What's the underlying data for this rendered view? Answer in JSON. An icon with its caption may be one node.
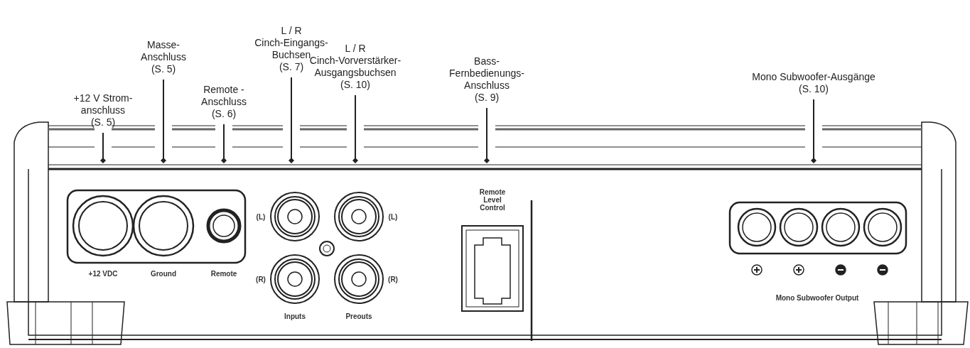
{
  "diagram": {
    "nodes": [
      {
        "text": [
          "+12 V Strom- anschluss",
          "(S. 5)"
        ]
      },
      {
        "text": [
          "Masse- Anschluss",
          "(S. 5)"
        ]
      },
      {
        "text": [
          "Remote - Anschluss",
          "(S. 6)"
        ]
      },
      {
        "text": [
          "L / R",
          "Cinch-Eingangs- Buchsen",
          "(S. 7)"
        ]
      },
      {
        "text": [
          "L / R",
          "Cinch-Vorverstärker- Ausgangsbuchsen",
          "(S. 10)"
        ]
      },
      {
        "text": [
          "Bass- Fernbedienungs- Anschluss",
          "(S. 9)"
        ]
      },
      {
        "text": [
          "Mono Subwoofer-Ausgänge",
          "(S. 10)"
        ]
      }
    ],
    "edges": [
      {
        "from": 0,
        "to": null,
        "arrow": "other"
      },
      {
        "from": 1,
        "to": null,
        "arrow": "other"
      },
      {
        "from": 2,
        "to": null,
        "arrow": "other"
      },
      {
        "from": 3,
        "to": null,
        "arrow": "other"
      },
      {
        "from": 4,
        "to": null,
        "arrow": "other"
      },
      {
        "from": 5,
        "to": null,
        "arrow": "other"
      },
      {
        "from": 6,
        "to": null,
        "arrow": "other"
      }
    ],
    "labels": [
      "+12 VDC",
      "Ground",
      "Remote",
      "(L)",
      "(L)",
      "Remote Level Control",
      "(R)",
      "(R)",
      "Inputs",
      "Preouts",
      "Mono Subwoofer Output"
    ]
  }
}
